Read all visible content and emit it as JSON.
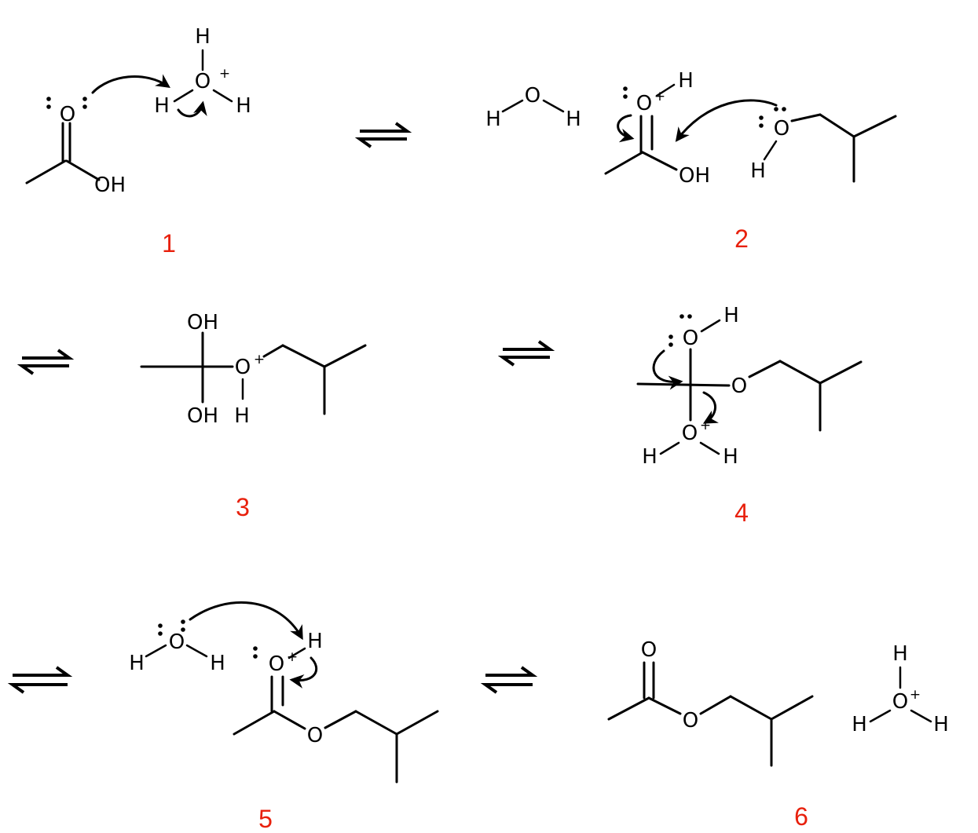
{
  "atoms": {
    "oxygen": "O",
    "hydrogen": "H",
    "hydroxyl": "OH",
    "positive": "+"
  },
  "labels": [
    "1",
    "2",
    "3",
    "4",
    "5",
    "6"
  ],
  "colors": {
    "structure": "#000000",
    "label": "#e8200c"
  }
}
